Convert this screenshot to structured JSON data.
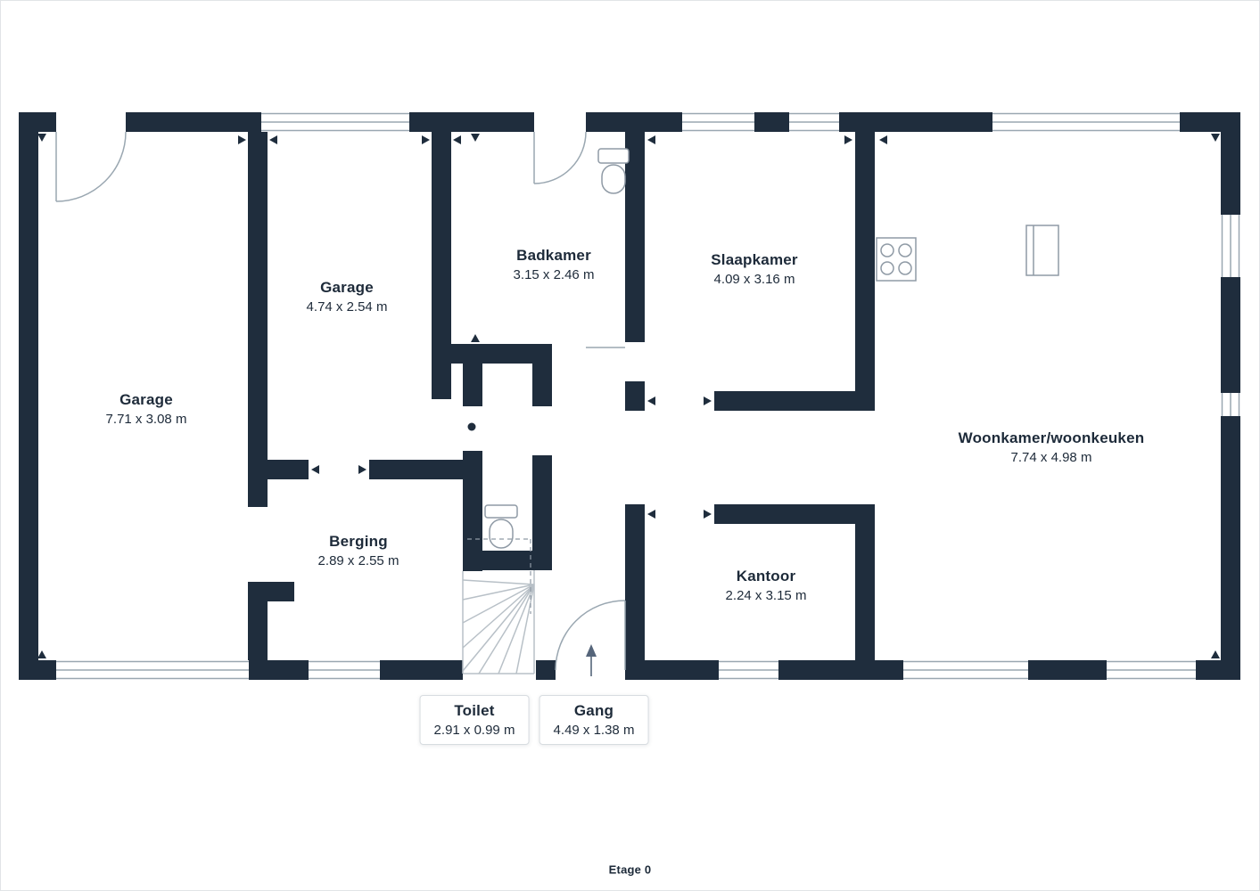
{
  "floor": {
    "title": "Etage 0"
  },
  "colors": {
    "wall": "#1f2d3d",
    "text": "#1d2a39",
    "line": "#9aa7b1",
    "fixture": "#8f9aa5",
    "stair": "#b8c0c7"
  },
  "rooms": [
    {
      "id": "garage-large",
      "name": "Garage",
      "dims": "7.71 x 3.08 m"
    },
    {
      "id": "garage-small",
      "name": "Garage",
      "dims": "4.74 x 2.54 m"
    },
    {
      "id": "badkamer",
      "name": "Badkamer",
      "dims": "3.15 x 2.46 m"
    },
    {
      "id": "slaapkamer",
      "name": "Slaapkamer",
      "dims": "4.09 x 3.16 m"
    },
    {
      "id": "woonkamer",
      "name": "Woonkamer/woonkeuken",
      "dims": "7.74 x 4.98 m"
    },
    {
      "id": "berging",
      "name": "Berging",
      "dims": "2.89 x 2.55 m"
    },
    {
      "id": "kantoor",
      "name": "Kantoor",
      "dims": "2.24 x 3.15 m"
    },
    {
      "id": "toilet",
      "name": "Toilet",
      "dims": "2.91 x 0.99 m"
    },
    {
      "id": "gang",
      "name": "Gang",
      "dims": "4.49 x 1.38 m"
    }
  ],
  "icons": {
    "toilet_badkamer": "toilet-icon",
    "toilet_wc": "toilet-icon",
    "stove": "stove-burners-icon",
    "kitchen_cabinet": "kitchen-cabinet-icon",
    "stairs": "staircase-icon",
    "entrance": "entrance-arrow-icon"
  }
}
